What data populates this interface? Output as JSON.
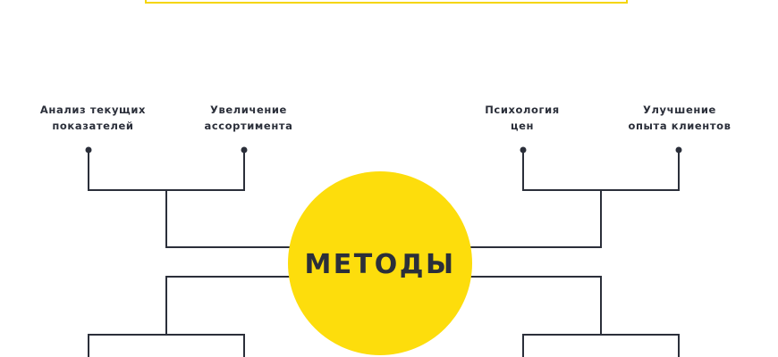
{
  "hub": {
    "title": "МЕТОДЫ"
  },
  "methods": {
    "top_left_a": [
      "Анализ текущих",
      "показателей"
    ],
    "top_left_b": [
      "Увеличение",
      "ассортимента"
    ],
    "top_right_a": [
      "Психология",
      "цен"
    ],
    "top_right_b": [
      "Улучшение",
      "опыта клиентов"
    ]
  },
  "colors": {
    "hub_fill": "#fddd0c",
    "frame_border": "#f5d50a",
    "line": "#2b2f3a",
    "text": "#2b2f3a"
  }
}
